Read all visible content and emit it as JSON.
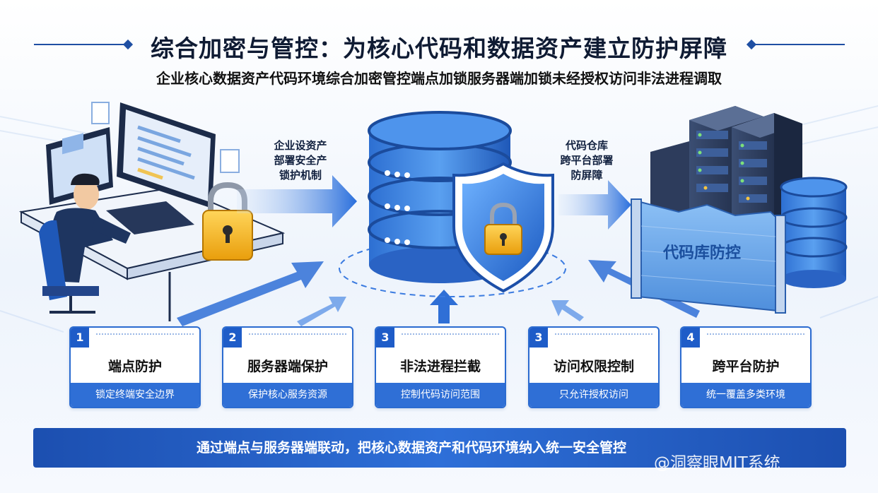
{
  "title": "综合加密与管控：为核心代码和数据资产建立防护屏障",
  "subtitle": "企业核心数据资产代码环境综合加密管控端点加锁服务器端加锁未经授权访问非法进程调取",
  "left_label": [
    "企业设资产",
    "部署安全产",
    "锁护机制"
  ],
  "right_label": [
    "代码仓库",
    "跨平台部署",
    "防屏障"
  ],
  "wall_text": "代码库防控",
  "cards": [
    {
      "num": "1",
      "title": "端点防护",
      "sub": "锁定终端安全边界"
    },
    {
      "num": "2",
      "title": "服务器端保护",
      "sub": "保护核心服务资源"
    },
    {
      "num": "3",
      "title": "非法进程拦截",
      "sub": "控制代码访问范围"
    },
    {
      "num": "3",
      "title": "访问权限控制",
      "sub": "只允许授权访问"
    },
    {
      "num": "4",
      "title": "跨平台防护",
      "sub": "统一覆盖多类环境"
    }
  ],
  "banner": "通过端点与服务器端联动，把核心数据资产和代码环境纳入统一安全管控",
  "watermark": "@洞察眼MIT系统",
  "colors": {
    "primary": "#1e5cc8",
    "dark_blue": "#1f4fa3",
    "lock_gold": "#f2b21c"
  },
  "icons": [
    "workstation-user-illustration",
    "padlock-icon",
    "database-stack-icon",
    "shield-lock-icon",
    "server-rack-icon",
    "firewall-wall-icon",
    "arrow-right-icon",
    "arrow-up-icon"
  ]
}
